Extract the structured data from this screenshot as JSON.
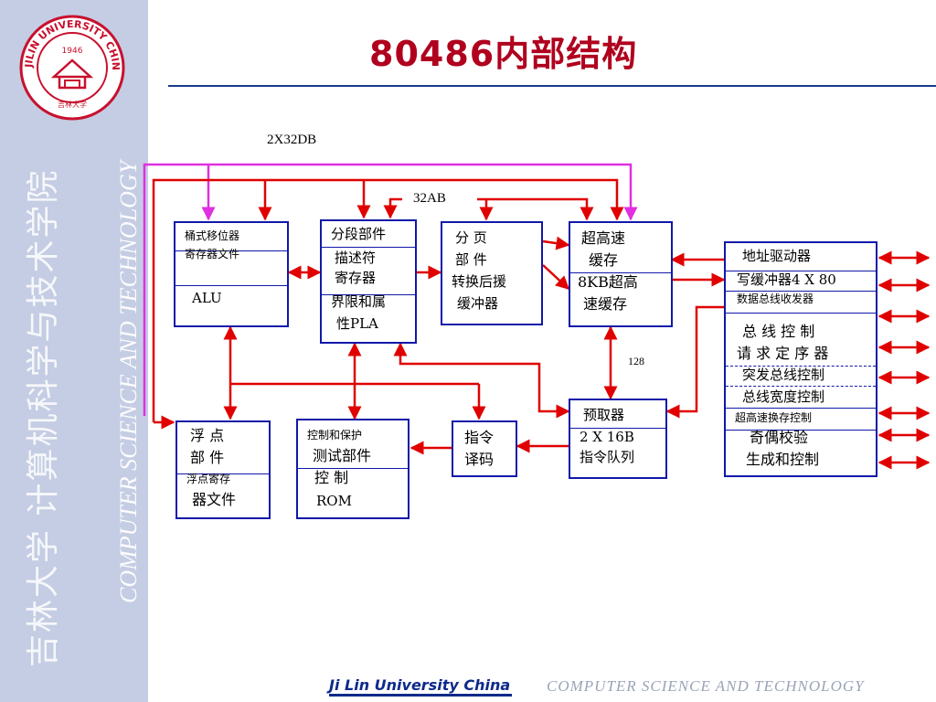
{
  "slide": {
    "title": "80486内部结构",
    "sidebar_cn": "吉林大学 计算机科学与技术学院",
    "sidebar_en": "COMPUTER SCIENCE AND TECHNOLOGY",
    "footer_university": "Ji Lin University China",
    "footer_subject": "COMPUTER   SCIENCE  AND  TECHNOLOGY",
    "logo": {
      "ring_text": "JILIN UNIVERSITY CHINA",
      "year": "1946",
      "seal_text": "吉林大学",
      "color": "#c8102e"
    }
  },
  "colors": {
    "title": "#b0001e",
    "box_border": "#1018a8",
    "arrow": "#e00000",
    "magenta": "#e030e0",
    "sidebar_bg": "#c4cde3"
  },
  "diagram": {
    "bus_labels": {
      "db": "2X32DB",
      "ab": "32AB",
      "width_128": "128"
    },
    "barrel": {
      "line1": "桶式移位器",
      "line2": "寄存器文件",
      "line3": "ALU"
    },
    "segment": {
      "line1": "分段部件",
      "line2": "描述符",
      "line3": "寄存器",
      "line4": "界限和属",
      "line5": "性PLA"
    },
    "paging": {
      "line1": "分  页",
      "line2": "部  件",
      "line3": "转换后援",
      "line4": "缓冲器"
    },
    "cache": {
      "line1": "超高速",
      "line2": "缓存",
      "line3": "8KB超高",
      "line4": "速缓存"
    },
    "bus_unit": {
      "line1": "地址驱动器",
      "line2": "写缓冲器4 X 80",
      "line3": "数据总线收发器",
      "line4": "总 线 控 制",
      "line5": "请 求 定 序 器",
      "line6": "突发总线控制",
      "line7": "总线宽度控制",
      "line8": "超高速换存控制",
      "line9": "奇偶校验",
      "line10": "生成和控制"
    },
    "fpu": {
      "line1": "浮   点",
      "line2": "部   件",
      "line3": "浮点寄存",
      "line4": "器文件"
    },
    "control": {
      "line1": "控制和保护",
      "line2": "测试部件",
      "line3": "控  制",
      "line4": "ROM"
    },
    "decode": {
      "line1": "指令",
      "line2": "译码"
    },
    "prefetch": {
      "line1": "预取器",
      "line2": "2 X 16B",
      "line3": "指令队列"
    }
  }
}
